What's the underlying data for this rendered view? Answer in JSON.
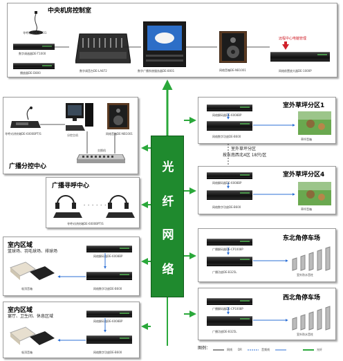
{
  "fiber_network": {
    "chars": [
      "光",
      "纤",
      "网",
      "络"
    ]
  },
  "central_room": {
    "title": "中央机房控制室",
    "devices": [
      {
        "caption": "寻呼话筒DE-MC01"
      },
      {
        "caption": "数字调谐器DE-T1000"
      },
      {
        "caption": "播放器DE-D800"
      },
      {
        "caption": "数字调音台DE-LA872"
      },
      {
        "caption": "数字广播系统服务器DE-8001"
      },
      {
        "caption": "网络音箱DE-NB1001"
      },
      {
        "caption": "网络前置放大器DE-1000P"
      }
    ],
    "monitor_banner": "远程中心电脑管理"
  },
  "broadcast_branch": {
    "title": "广播分控中心",
    "captions": [
      "寻呼对讲终端DE-6000BPT/S",
      "分控主机",
      "网络音箱DE-NB1001",
      "交换机"
    ]
  },
  "paging_center": {
    "title": "广播寻呼中心",
    "captions": [
      "寻呼对讲终端DE-6000BPT/S"
    ]
  },
  "indoor_1": {
    "title": "室内区域",
    "subtitle": "篮球场、羽毛球场、排球场",
    "captions": [
      "网络解码器DE-6008BP",
      "吸顶音箱",
      "网络数字功放DE-B600"
    ]
  },
  "indoor_2": {
    "title": "室内区域",
    "subtitle": "宴厅、卫生间、休息区域",
    "captions": [
      "网络解码器DE-6008BP",
      "吸顶音箱",
      "网络数字功放DE-B600"
    ]
  },
  "lawn_1": {
    "title": "室外草坪分区1",
    "captions": [
      "网络解码器DE-6008BP",
      "网络数字功放DE-B600",
      "草坪音箱"
    ]
  },
  "lawn_note": {
    "line1": "室外草坪分区",
    "line2": "按东南西北4区 18只/区"
  },
  "lawn_4": {
    "title": "室外草坪分区4",
    "captions": [
      "网络解码器DE-6008BP",
      "网络数字功放DE-B600",
      "草坪音箱"
    ]
  },
  "northeast": {
    "title": "东北角停车场",
    "captions": [
      "广播解码器DE-CP1008P",
      "广播功放DE-B325L",
      "室外防水音柱"
    ]
  },
  "northwest": {
    "title": "西北角停车场",
    "captions": [
      "广播解码器DE-CP1008P",
      "广播功放DE-B325L",
      "室外防水音柱"
    ]
  },
  "legend": {
    "label": "图例：",
    "items": [
      "网线",
      "DR",
      "音频线",
      "光纤"
    ]
  },
  "colors": {
    "fiber": "#1f8a2e",
    "arrow": "#2aa83a",
    "audio_line": "#2b6fd6",
    "network_line": "#222222"
  }
}
